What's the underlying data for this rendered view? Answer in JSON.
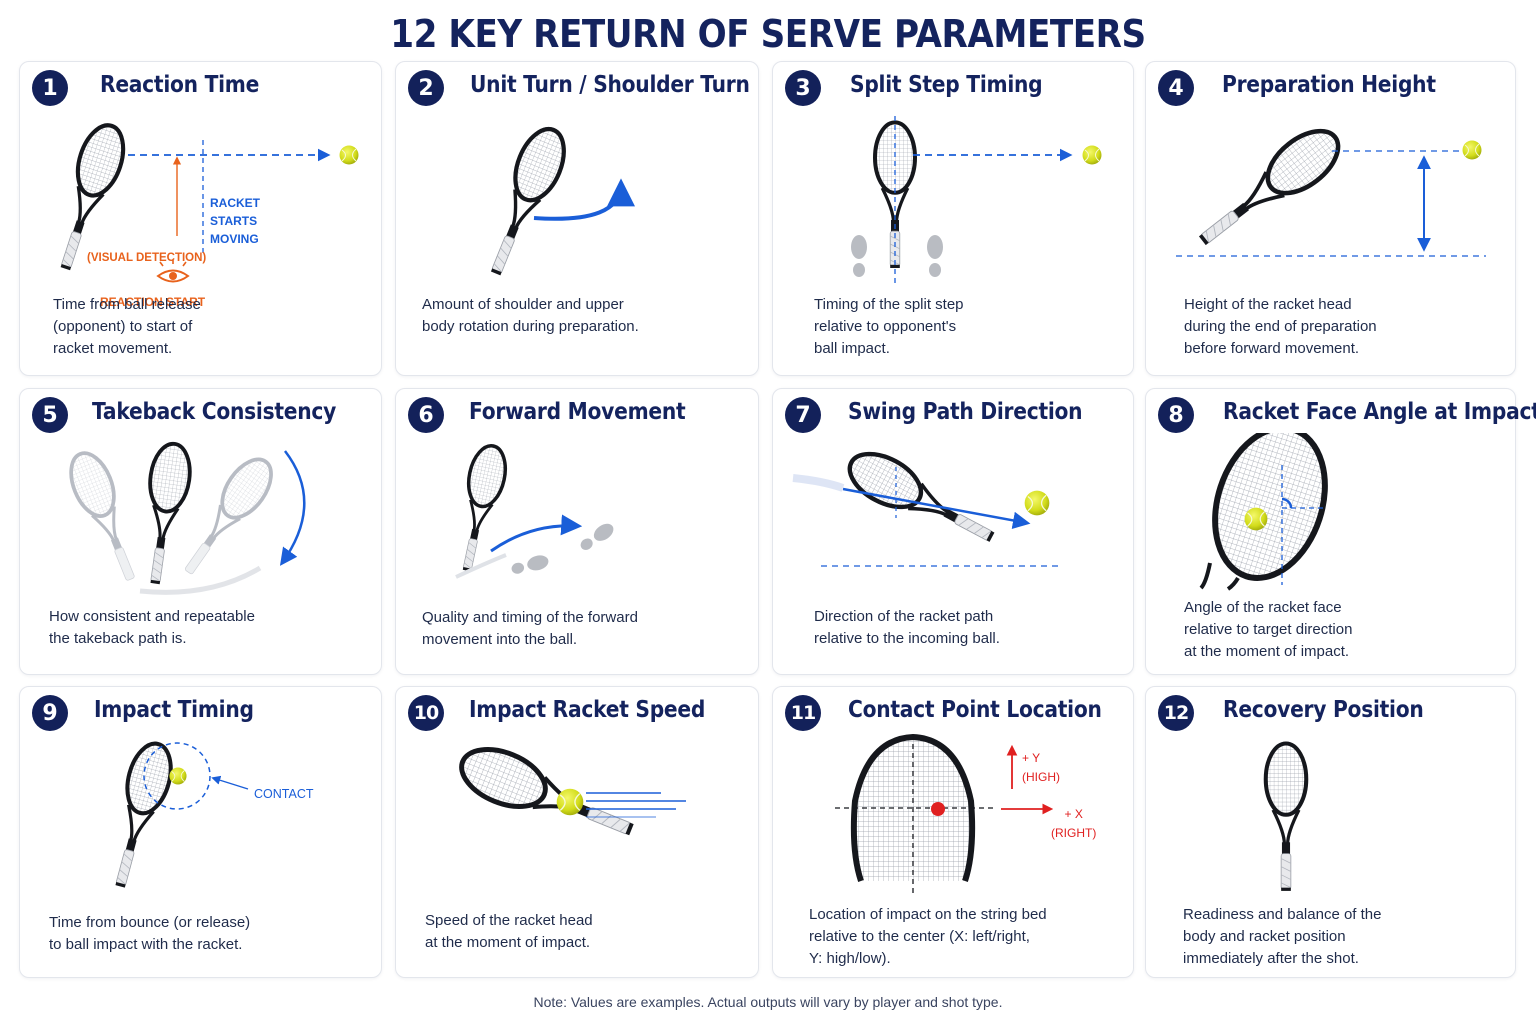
{
  "title": "12 KEY RETURN OF SERVE PARAMETERS",
  "cards": [
    {
      "num": "1",
      "title": "Reaction Time",
      "desc": [
        "Time from ball release",
        "(opponent) to start of",
        "racket movement."
      ],
      "labels": {
        "reaction": "REACTION START",
        "visual": "(VISUAL DETECTION)",
        "racket1": "RACKET",
        "racket2": "STARTS",
        "racket3": "MOVING"
      }
    },
    {
      "num": "2",
      "title": "Unit Turn / Shoulder Turn",
      "desc": [
        "Amount of shoulder and upper",
        "body rotation during preparation."
      ]
    },
    {
      "num": "3",
      "title": "Split Step Timing",
      "desc": [
        "Timing of the split step",
        "relative to opponent's",
        "ball impact."
      ]
    },
    {
      "num": "4",
      "title": "Preparation Height",
      "desc": [
        "Height of the racket head",
        "during the end of preparation",
        "before forward movement."
      ]
    },
    {
      "num": "5",
      "title": "Takeback Consistency",
      "desc": [
        "How consistent and repeatable",
        "the takeback path is."
      ]
    },
    {
      "num": "6",
      "title": "Forward Movement",
      "desc": [
        "Quality and timing of the forward",
        "movement into the ball."
      ]
    },
    {
      "num": "7",
      "title": "Swing Path Direction",
      "desc": [
        "Direction of the racket path",
        "relative to the incoming ball."
      ]
    },
    {
      "num": "8",
      "title": "Racket Face Angle at Impact",
      "desc": [
        "Angle of the racket face",
        "relative to target direction",
        "at the moment of impact."
      ]
    },
    {
      "num": "9",
      "title": "Impact Timing",
      "desc": [
        "Time from bounce (or release)",
        "to ball impact with the racket."
      ],
      "labels": {
        "contact": "CONTACT"
      }
    },
    {
      "num": "10",
      "title": "Impact Racket Speed",
      "desc": [
        "Speed of the racket head",
        "at the moment of impact."
      ]
    },
    {
      "num": "11",
      "title": "Contact Point Location",
      "desc": [
        "Location of impact on the string bed",
        "relative to the center (X: left/right,",
        "Y: high/low)."
      ],
      "labels": {
        "y1": "+ Y",
        "y2": "(HIGH)",
        "x1": "+ X",
        "x2": "(RIGHT)"
      }
    },
    {
      "num": "12",
      "title": "Recovery Position",
      "desc": [
        "Readiness and balance of the",
        "body and racket position",
        "immediately after the shot."
      ]
    }
  ],
  "footer": "Note: Values are examples. Actual outputs will vary by player and shot type.",
  "colors": {
    "navy": "#13215a",
    "blue": "#1a5ed8",
    "orange": "#e8621c",
    "red": "#e02020",
    "ball": "#d7e21e"
  }
}
